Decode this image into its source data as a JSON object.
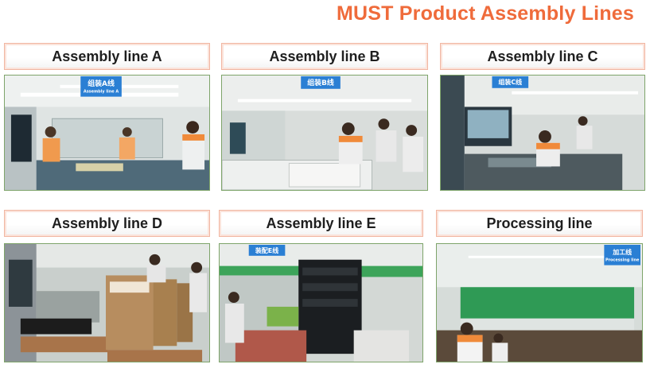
{
  "title": "MUST Product Assembly Lines",
  "colors": {
    "title": "#ef6b3b",
    "label_border": "#f1b6a2",
    "photo_border": "#7ea46a",
    "sign_blue": "#2a7fd4"
  },
  "cards": [
    {
      "label": "Assembly line A",
      "sign_cn": "组装A线",
      "sign_en": "Assembly line A"
    },
    {
      "label": "Assembly line B",
      "sign_cn": "组装B线",
      "sign_en": ""
    },
    {
      "label": "Assembly line C",
      "sign_cn": "组装C线",
      "sign_en": ""
    },
    {
      "label": "Assembly line D",
      "sign_cn": "",
      "sign_en": ""
    },
    {
      "label": "Assembly line E",
      "sign_cn": "装配E线",
      "sign_en": ""
    },
    {
      "label": "Processing line",
      "sign_cn": "加工线",
      "sign_en": "Processing line"
    }
  ]
}
